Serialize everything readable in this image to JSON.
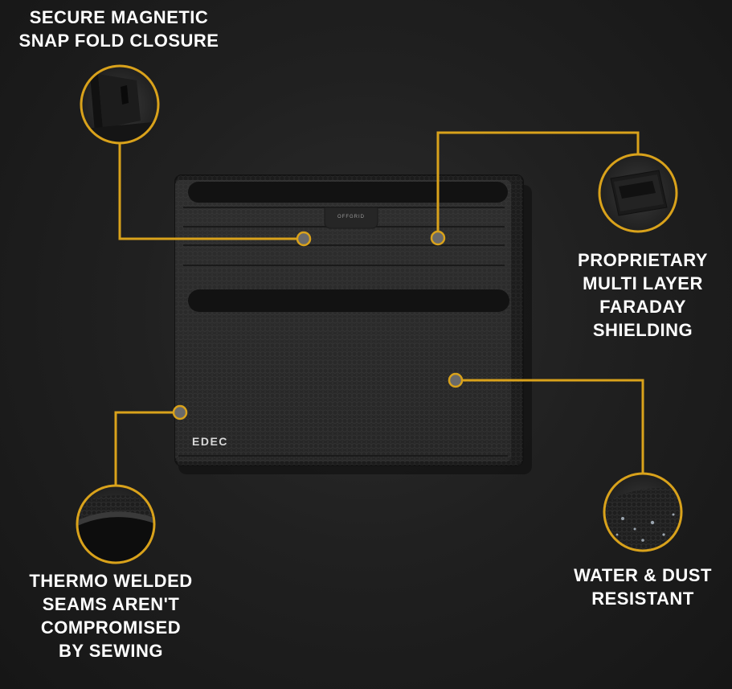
{
  "callouts": {
    "top_left": {
      "lines": [
        "SECURE MAGNETIC",
        "SNAP FOLD CLOSURE"
      ]
    },
    "top_right": {
      "lines": [
        "PROPRIETARY",
        "MULTI LAYER",
        "FARADAY",
        "SHIELDING"
      ]
    },
    "bottom_left": {
      "lines": [
        "THERMO WELDED",
        "SEAMS AREN'T",
        "COMPROMISED",
        "BY SEWING"
      ]
    },
    "bottom_right": {
      "lines": [
        "WATER & DUST",
        "RESISTANT"
      ]
    }
  },
  "product": {
    "logo": "EDEC",
    "tab_text": "OFFGRID"
  },
  "colors": {
    "accent": "#d9a21b",
    "background": "#1e1e1e",
    "text": "#ffffff"
  }
}
